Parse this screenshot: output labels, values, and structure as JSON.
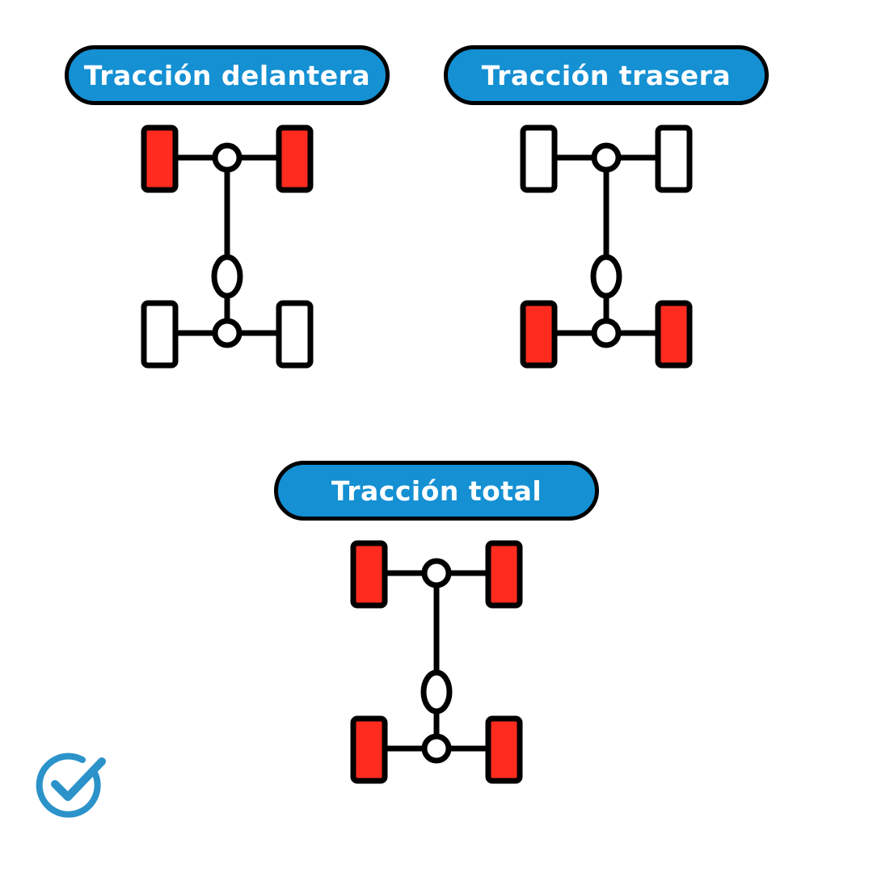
{
  "colors": {
    "label_bg": "#1490d3",
    "label_border": "#000000",
    "label_text": "#ffffff",
    "driven_wheel": "#ff2b1f",
    "free_wheel": "#ffffff",
    "outline": "#000000",
    "logo": "#2b93c9"
  },
  "panels": [
    {
      "label": "Tracción delantera",
      "front_wheels_driven": true,
      "rear_wheels_driven": false
    },
    {
      "label": "Tracción trasera",
      "front_wheels_driven": false,
      "rear_wheels_driven": true
    },
    {
      "label": "Tracción total",
      "front_wheels_driven": true,
      "rear_wheels_driven": true
    }
  ],
  "logo": {
    "icon": "check-circle-icon"
  }
}
